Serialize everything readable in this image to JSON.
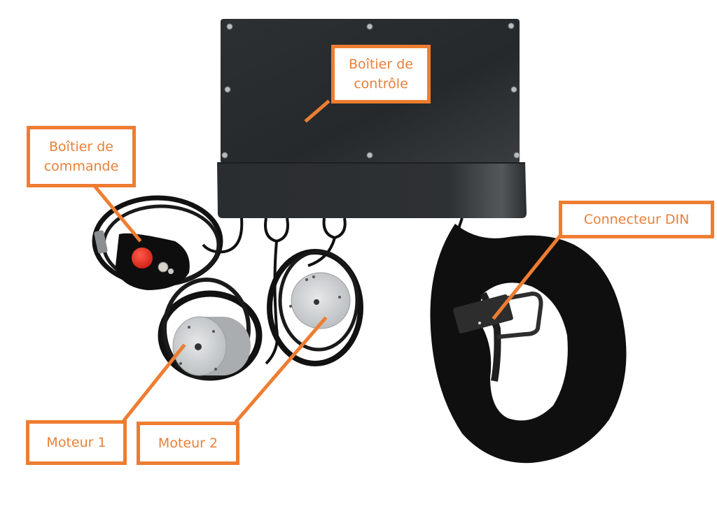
{
  "figure": {
    "background": "#ffffff",
    "accent_color": "#ee7d31",
    "label_text_color": "#e8803a"
  },
  "callouts": {
    "control_box": {
      "label": "Boîtier de\ncontrôle"
    },
    "command_box": {
      "label": "Boîtier de\ncommande"
    },
    "din_connector": {
      "label": "Connecteur DIN"
    },
    "motor1": {
      "label": "Moteur 1"
    },
    "motor2": {
      "label": "Moteur 2"
    }
  },
  "components": [
    {
      "id": "control-box",
      "description": "black control enclosure with screws"
    },
    {
      "id": "command-box",
      "description": "pendant with red emergency stop and key switch"
    },
    {
      "id": "motor-1",
      "description": "grey cylindrical motor with cable loop"
    },
    {
      "id": "motor-2",
      "description": "grey cylindrical motor with cable loop"
    },
    {
      "id": "din-connector",
      "description": "DIN connector in black fabric sleeve"
    }
  ]
}
